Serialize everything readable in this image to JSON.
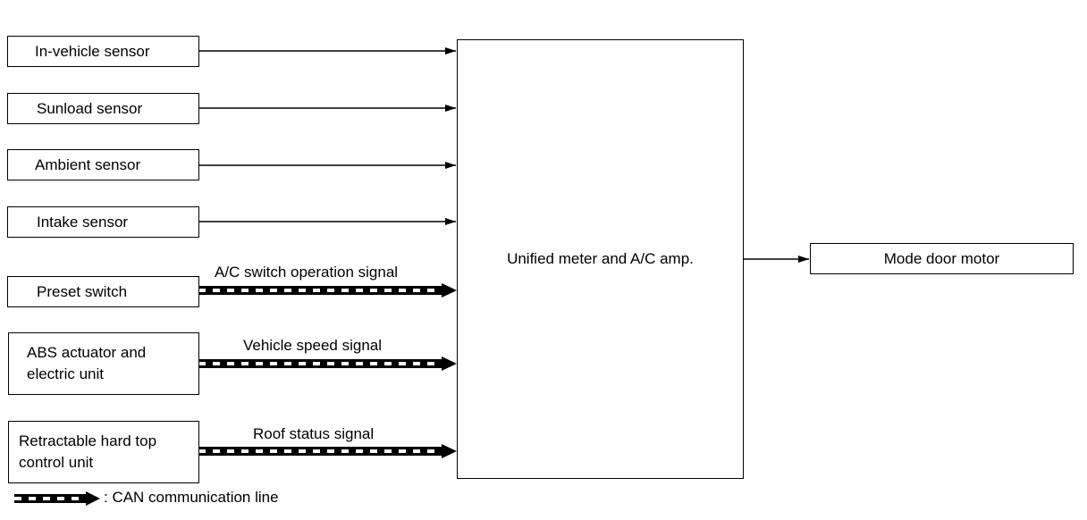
{
  "inputs": [
    {
      "label": "In-vehicle sensor"
    },
    {
      "label": "Sunload sensor"
    },
    {
      "label": "Ambient sensor"
    },
    {
      "label": "Intake sensor"
    },
    {
      "label": "Preset switch",
      "signal": "A/C switch operation signal"
    },
    {
      "label_lines": [
        "ABS actuator and",
        "electric unit"
      ],
      "signal": "Vehicle speed signal"
    },
    {
      "label_lines": [
        "Retractable hard top",
        "control unit"
      ],
      "signal": "Roof status signal"
    }
  ],
  "center": {
    "label": "Unified meter and A/C amp."
  },
  "output": {
    "label": "Mode door motor"
  },
  "legend": {
    "text": ": CAN communication line"
  }
}
